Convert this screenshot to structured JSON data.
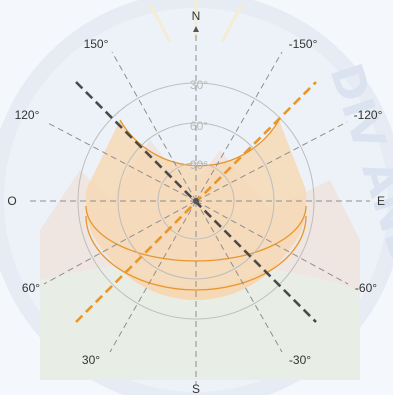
{
  "directions": {
    "north": "N",
    "south": "S",
    "east": "E",
    "west": "O"
  },
  "azimuth_labels": {
    "a150": "150°",
    "am150": "-150°",
    "a120": "120°",
    "am120": "-120°",
    "a60": "60°",
    "am60": "-60°",
    "a30": "30°",
    "am30": "-30°"
  },
  "elevation_labels": {
    "e30": "30°",
    "e60": "60°",
    "e90": "90°"
  },
  "watermark": {
    "text": "DIV ANDRE"
  },
  "colors": {
    "band_fill": "#f6d7b2",
    "band_stroke": "#e8962e",
    "orange_dash": "#e8962e",
    "dark_dash": "#4a4a4a",
    "radial": "#8f8f8f",
    "rings": "#bdbdbd"
  }
}
